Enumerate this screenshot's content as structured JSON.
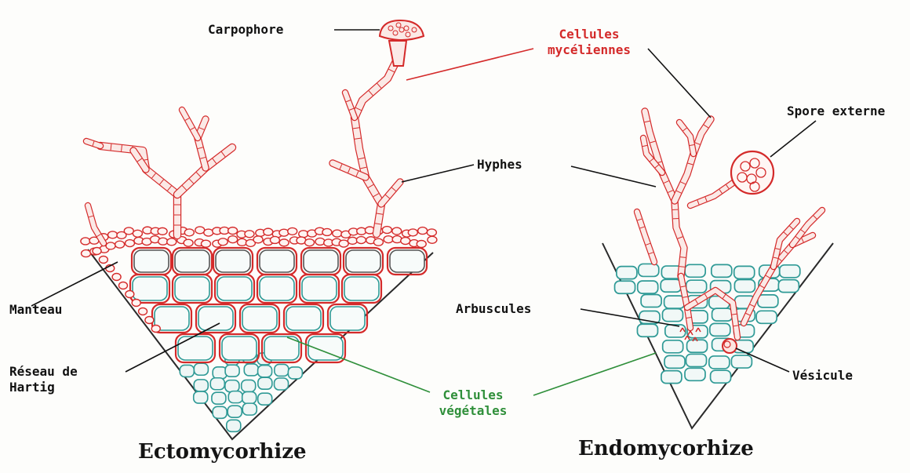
{
  "labels": {
    "carpophore": "Carpophore",
    "cellules_myceliennes_1": "Cellules",
    "cellules_myceliennes_2": "mycéliennes",
    "spore_externe": "Spore externe",
    "hyphes": "Hyphes",
    "manteau": "Manteau",
    "arbuscules": "Arbuscules",
    "reseau_1": "Réseau de",
    "reseau_2": "Hartig",
    "vesicule": "Vésicule",
    "cellules_vegetales_1": "Cellules",
    "cellules_vegetales_2": "végétales"
  },
  "titles": {
    "left": "Ectomycorhize",
    "right": "Endomycorhize"
  },
  "colors": {
    "fungus": "#d42a2a",
    "plant": "#2f9a96",
    "green_label": "#2f8f3a",
    "leader": "#111111"
  }
}
